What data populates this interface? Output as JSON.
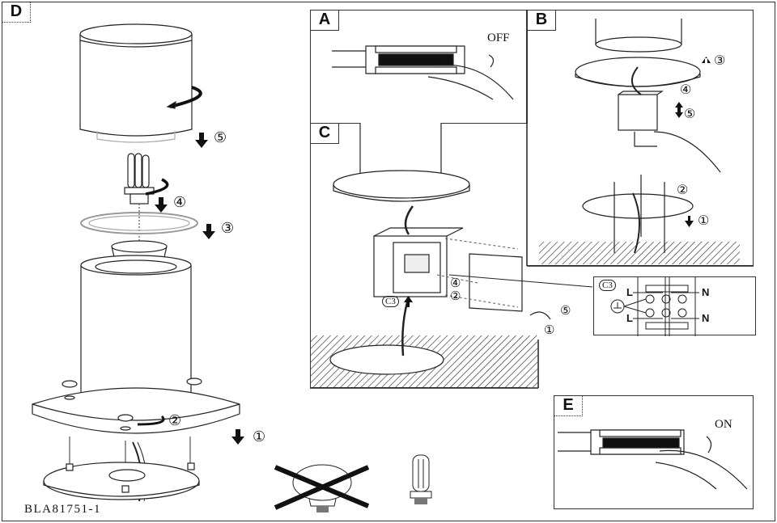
{
  "document": {
    "product_code": "BLA81751-1",
    "panels": {
      "A": {
        "tag": "A",
        "state_label": "OFF",
        "description": "Switch off main circuit breaker"
      },
      "B": {
        "tag": "B",
        "steps": [
          "1",
          "2",
          "3",
          "4",
          "5"
        ]
      },
      "C": {
        "tag": "C",
        "steps": [
          "1",
          "2",
          "4",
          "5"
        ],
        "callout": "C3"
      },
      "C3": {
        "tag": "C3",
        "terminal_labels": [
          "L",
          "N",
          "L",
          "N"
        ],
        "ground_symbol": "earth-ground"
      },
      "D": {
        "tag": "D",
        "steps": [
          "1",
          "2",
          "3",
          "4",
          "5"
        ]
      },
      "E": {
        "tag": "E",
        "state_label": "ON",
        "description": "Switch on main circuit breaker"
      }
    },
    "bulb_guidance": {
      "prohibited": "incandescent-bulb",
      "allowed": "compact-fluorescent-bulb"
    }
  },
  "step_labels": {
    "d1": "①",
    "d2": "②",
    "d3": "③",
    "d4": "④",
    "d5": "⑤",
    "b1": "①",
    "b2": "②",
    "b3": "③",
    "b4": "④",
    "b5": "⑤",
    "c1": "①",
    "c2": "②",
    "c4": "④",
    "c5": "⑤",
    "c3": "C3"
  },
  "terminals": {
    "l_top": "L",
    "n_top": "N",
    "l_bottom": "L",
    "n_bottom": "N"
  }
}
